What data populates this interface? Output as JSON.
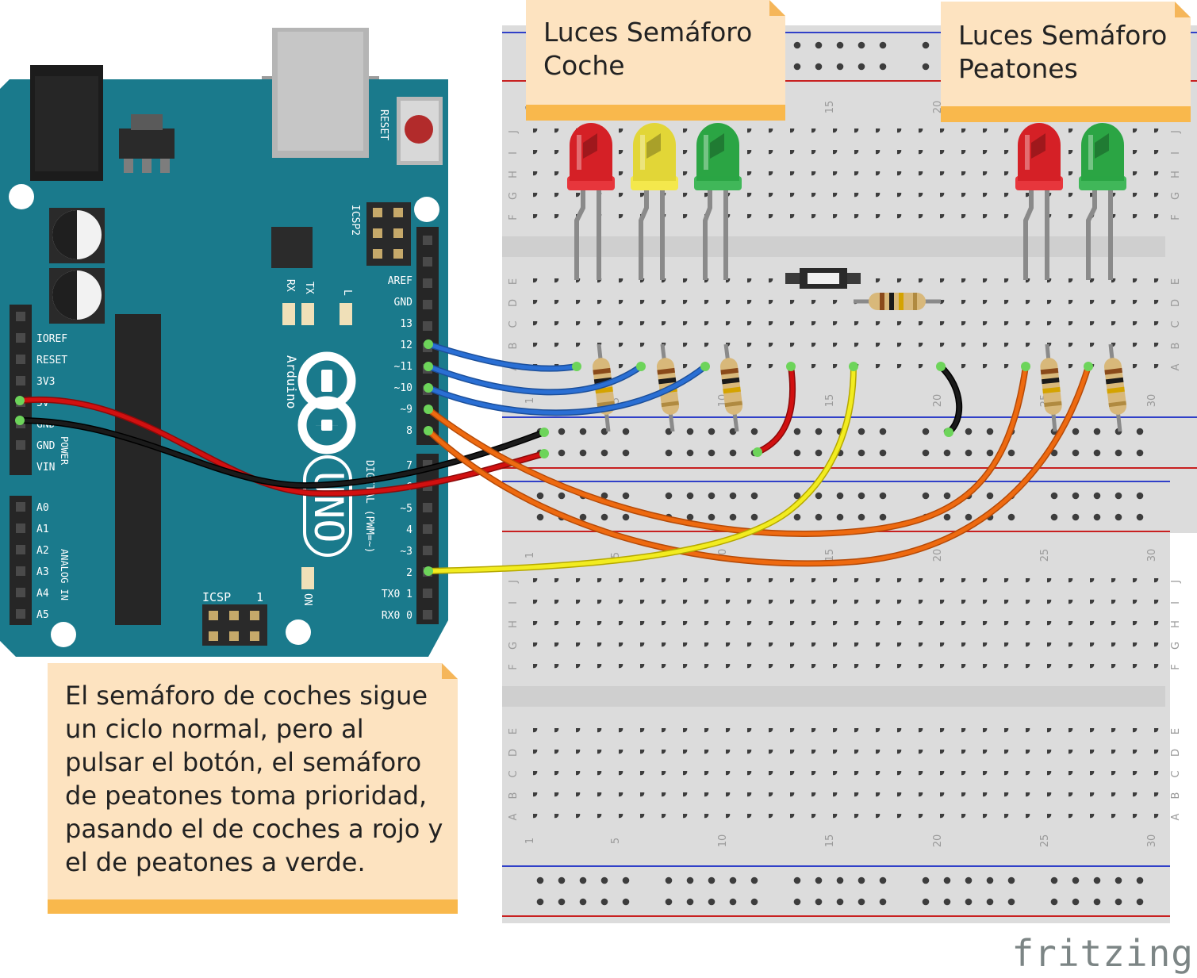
{
  "labels": {
    "car_lights": "Luces Semáforo\nCoche",
    "pedestrian_lights": "Luces Semáforo\nPeatones",
    "description": "El semáforo de coches sigue un ciclo normal, pero al pulsar el botón, el semáforo de peatones toma prioridad, pasando el de coches a rojo y el de peatones a verde.",
    "brand": "fritzing"
  },
  "arduino": {
    "reset": "RESET",
    "icsp2": "ICSP2",
    "icsp": "ICSP",
    "icsp_pin1": "1",
    "tx": "TX",
    "rx": "RX",
    "l": "L",
    "on": "ON",
    "brand": "Arduino",
    "model": "UNO",
    "digital_label": "DIGITAL (PWM=~)",
    "power_label": "POWER",
    "analog_label": "ANALOG IN",
    "power_pins": [
      "IOREF",
      "RESET",
      "3V3",
      "5V",
      "GND",
      "GND",
      "VIN"
    ],
    "analog_pins": [
      "A0",
      "A1",
      "A2",
      "A3",
      "A4",
      "A5"
    ],
    "digital_top_pins": [
      "AREF",
      "GND",
      "13",
      "12",
      "~11",
      "~10",
      "~9",
      "8"
    ],
    "digital_bottom_pins": [
      "7",
      "~6",
      "~5",
      "4",
      "~3",
      "2",
      "TX0 1",
      "RX0 0"
    ]
  },
  "breadboard": {
    "rows_top": [
      "J",
      "I",
      "H",
      "G",
      "F"
    ],
    "rows_bottom": [
      "E",
      "D",
      "C",
      "B",
      "A"
    ],
    "column_numbers": [
      "1",
      "5",
      "10",
      "15",
      "20",
      "25",
      "30"
    ]
  },
  "colors": {
    "board": "#1a7a8c",
    "breadboard": "#dcdcdc",
    "led_red": "#e8232a",
    "led_yellow": "#f6e93c",
    "led_green": "#2fb34a",
    "wire_blue": "#2a6fd4",
    "wire_red": "#d11010",
    "wire_black": "#1a1a1a",
    "wire_orange": "#ee6a10",
    "wire_yellow": "#f2ec20",
    "note": "#fde3c0",
    "note_accent": "#f9b84c"
  }
}
